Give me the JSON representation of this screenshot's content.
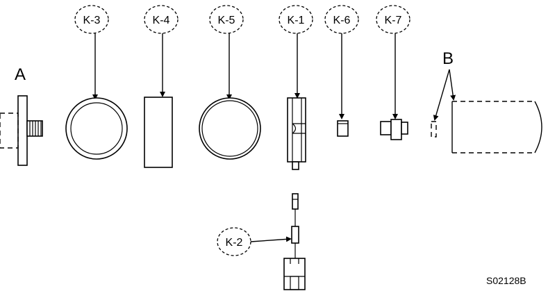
{
  "callouts": {
    "k3": "K-3",
    "k4": "K-4",
    "k5": "K-5",
    "k1": "K-1",
    "k6": "K-6",
    "k7": "K-7",
    "k2": "K-2"
  },
  "letters": {
    "a": "A",
    "b": "B"
  },
  "drawing_code": "S02128B",
  "colors": {
    "line": "#000000",
    "background": "#ffffff"
  }
}
